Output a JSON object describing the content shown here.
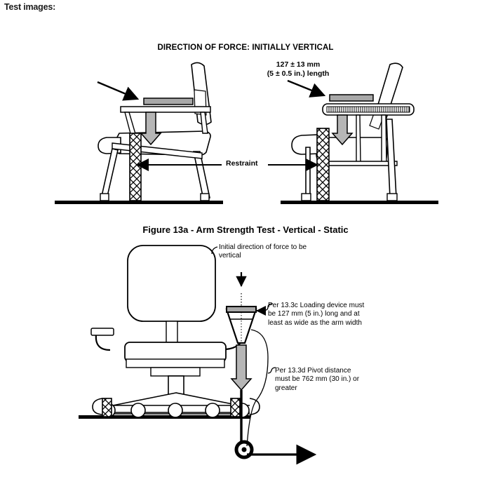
{
  "document": {
    "header": "Test images:",
    "figure_title": "DIRECTION OF FORCE: INITIALLY VERTICAL",
    "figure_caption": "Figure 13a - Arm Strength Test - Vertical - Static"
  },
  "top_diagram": {
    "dimension_note_line1": "127 ± 13 mm",
    "dimension_note_line2": "(5 ± 0.5 in.) length",
    "restraint_label": "Restraint",
    "left_view": {
      "name": "side-view-chair",
      "force_direction": "downward"
    },
    "right_view": {
      "name": "angled-view-chair",
      "force_direction": "downward"
    }
  },
  "bottom_diagram": {
    "note_initial_direction": "Initial direction of force to be vertical",
    "note_loading_device": "Per 13.3c Loading device must be 127 mm (5 in.) long and at least as wide as the arm width",
    "note_pivot_distance": "Per 13.3d Pivot distance must be 762 mm (30 in.) or greater",
    "chair": {
      "name": "office-chair-front-view",
      "caster_count": 5,
      "restraint_block_count": 2
    },
    "pulley": {
      "name": "pivot-pulley",
      "cable_direction": "horizontal-right"
    }
  },
  "colors": {
    "ink": "#000000",
    "force_arrow_fill": "#b6b6b6",
    "load_pad_fill": "#a8a8a8",
    "paper": "#ffffff"
  }
}
